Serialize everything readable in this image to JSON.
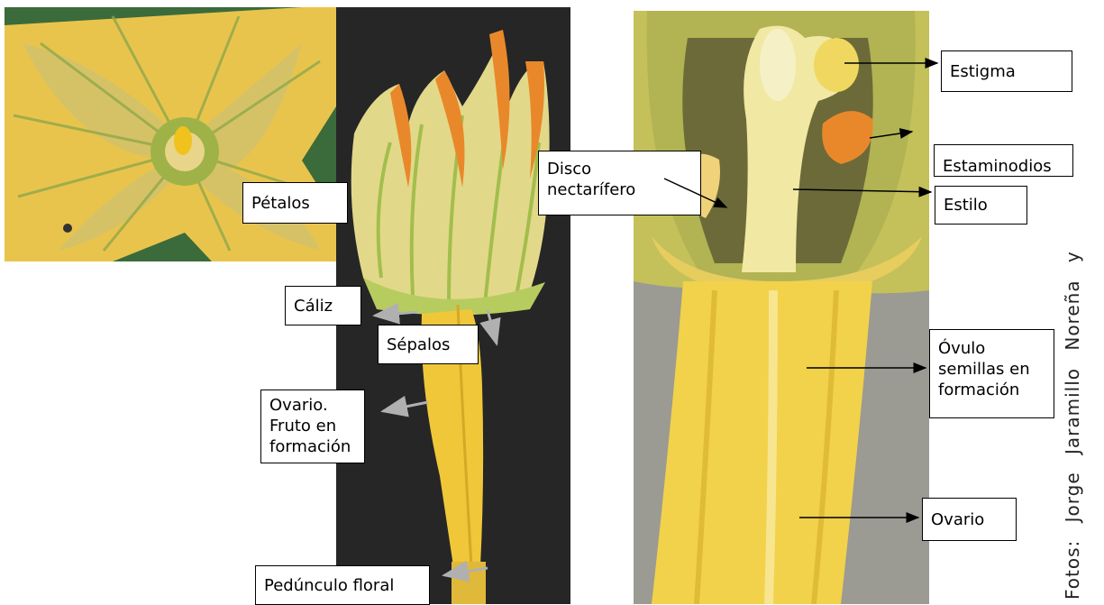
{
  "labels": {
    "petalos": "Pétalos",
    "caliz": "Cáliz",
    "sepalos": "Sépalos",
    "ovario_fruto_1": "Ovario.",
    "ovario_fruto_2": "Fruto en",
    "ovario_fruto_3": "formación",
    "pedunculo": "Pedúnculo floral",
    "disco_1": "Disco",
    "disco_2": "nectarífero",
    "estigma": "Estigma",
    "estaminodios": "Estaminodios",
    "estilo": "Estilo",
    "ovulo_1": "Óvulo",
    "ovulo_2": "semillas en",
    "ovulo_3": "formación",
    "ovario": "Ovario"
  },
  "credit": "Fotos: Jorge Jaramillo Noreña y",
  "colors": {
    "petal_yellow": "#f2c531",
    "petal_orange": "#e9882a",
    "flower_green": "#a9c45a",
    "stem_yellow": "#efc739",
    "dark_background": "#262626",
    "gray_arrow": "#b0b0b0"
  }
}
